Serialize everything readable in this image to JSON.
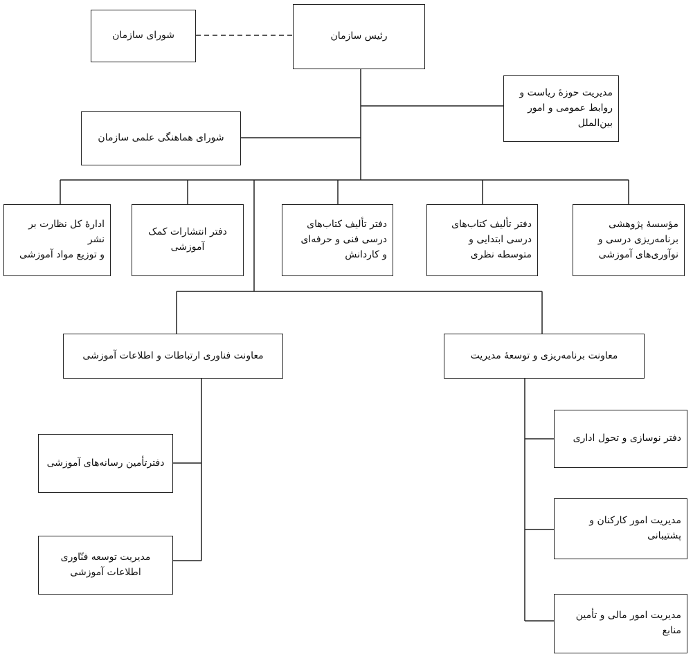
{
  "nodes": {
    "head": "رئیس سازمان",
    "council": "شورای سازمان",
    "intl": "مدیریت حوزۀ ریاست و\nروابط عمومی و امور\nبین‌الملل",
    "sci_council": "شورای هماهنگی علمی سازمان",
    "research_inst": "مؤسسۀ پژوهشی\nبرنامه‌ریزی درسی و\nنوآوری‌های آموزشی",
    "primary_books": "دفتر تألیف کتاب‌های\nدرسی ابتدایی و\nمتوسطه نظری",
    "technical_books": "دفتر تألیف کتاب‌های\nدرسی فنی و حرفه‌ای\nو کاردانش",
    "publications": "دفتر انتشارات کمک\nآموزشی",
    "supervision": "ادارۀ کل نظارت بر نشر\nو توزیع مواد آموزشی",
    "planning_deputy": "معاونت برنامه‌ریزی و توسعۀ مدیریت",
    "ict_deputy": "معاونت فناوری ارتباطات و اطلاعات آموزشی",
    "admin_innovation": "دفتر نوسازی و تحول اداری",
    "hr_support": "مدیریت امور کارکنان و\nپشتیبانی",
    "finance": "مدیریت امور مالی و تأمین\nمنابع",
    "media_supply": "دفترتأمین رسانه‌های آموزشی",
    "it_development": "مدیریت توسعه فنّاوری\nاطلاعات آموزشی"
  }
}
